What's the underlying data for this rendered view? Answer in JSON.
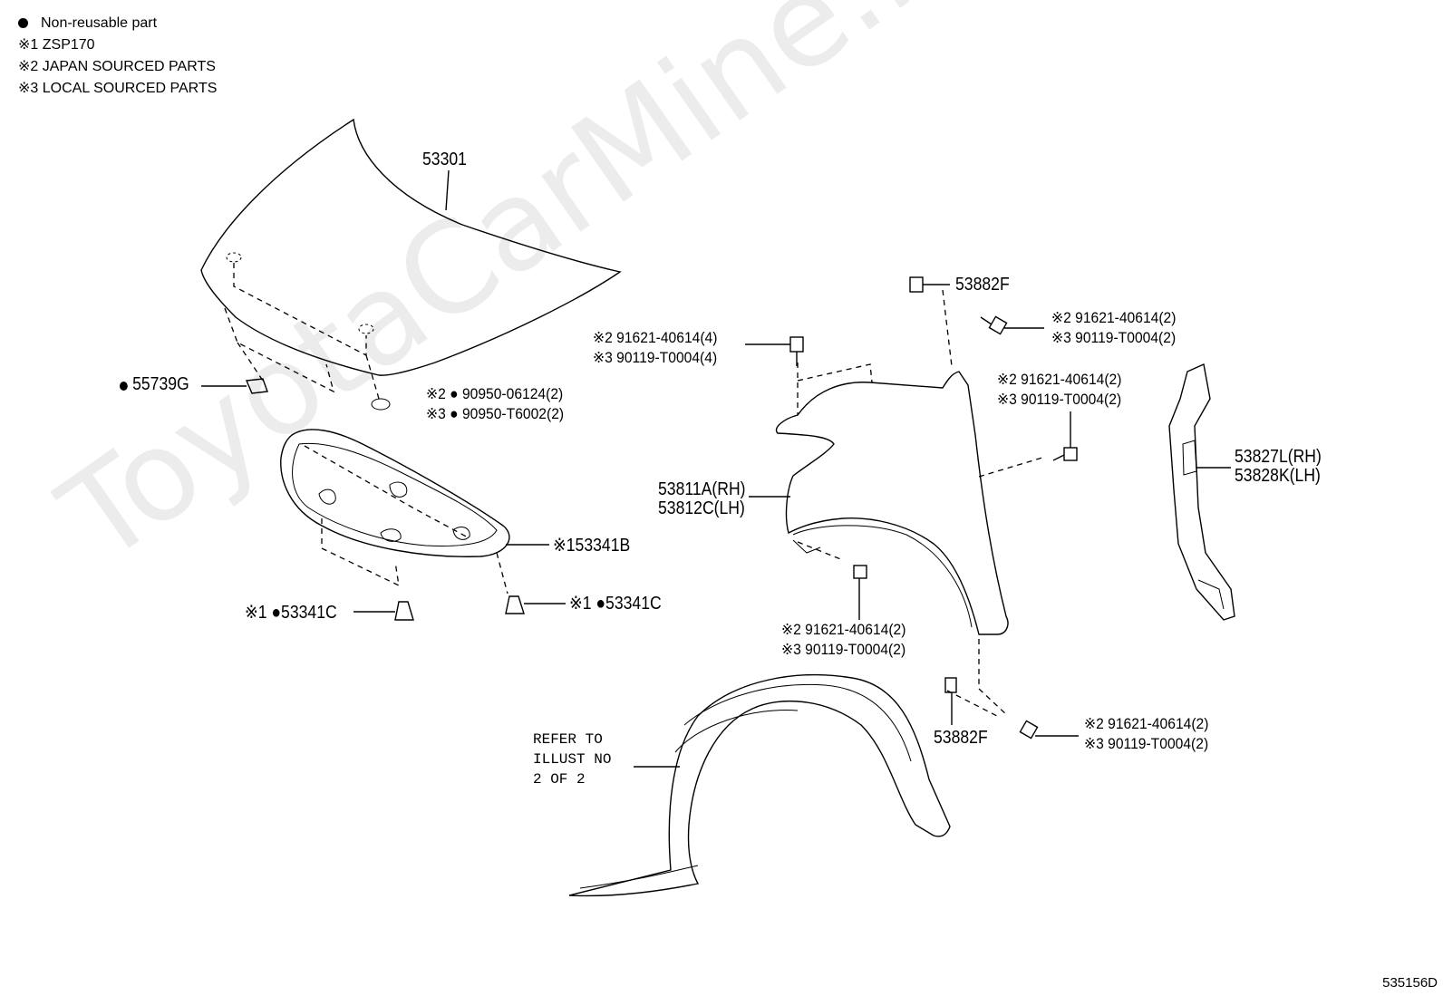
{
  "legend": {
    "non_reusable": "Non-reusable part",
    "note1": "※1 ZSP170",
    "note2": "※2 JAPAN SOURCED PARTS",
    "note3": "※3 LOCAL SOURCED PARTS"
  },
  "watermark": "ToyotaCarMine.ru",
  "image_id": "535156D",
  "parts": {
    "hood": "53301",
    "hood_lock_seal": "55739G",
    "hood_cushion_a": "※2 ● 90950-06124(2)",
    "hood_cushion_b": "※3 ● 90950-T6002(2)",
    "hood_insulator": "※153341B",
    "insulator_clip_left": "※1 ●53341C",
    "insulator_clip_right": "※1 ●53341C",
    "fender_rh": "53811A(RH)",
    "fender_lh": "53812C(LH)",
    "fender_nut_top": "53882F",
    "fender_nut_bottom": "53882F",
    "bolt_top_left_a": "※2 91621-40614(4)",
    "bolt_top_left_b": "※3 90119-T0004(4)",
    "bolt_top_right_a": "※2 91621-40614(2)",
    "bolt_top_right_b": "※3 90119-T0004(2)",
    "bolt_mid_right_a": "※2 91621-40614(2)",
    "bolt_mid_right_b": "※3 90119-T0004(2)",
    "bolt_lower_a": "※2 91621-40614(2)",
    "bolt_lower_b": "※3 90119-T0004(2)",
    "bolt_bottom_a": "※2 91621-40614(2)",
    "bolt_bottom_b": "※3 90119-T0004(2)",
    "seal_rh": "53827L(RH)",
    "seal_lh": "53828K(LH)",
    "refer_1": "REFER TO",
    "refer_2": "ILLUST NO",
    "refer_3": "2 OF 2"
  }
}
